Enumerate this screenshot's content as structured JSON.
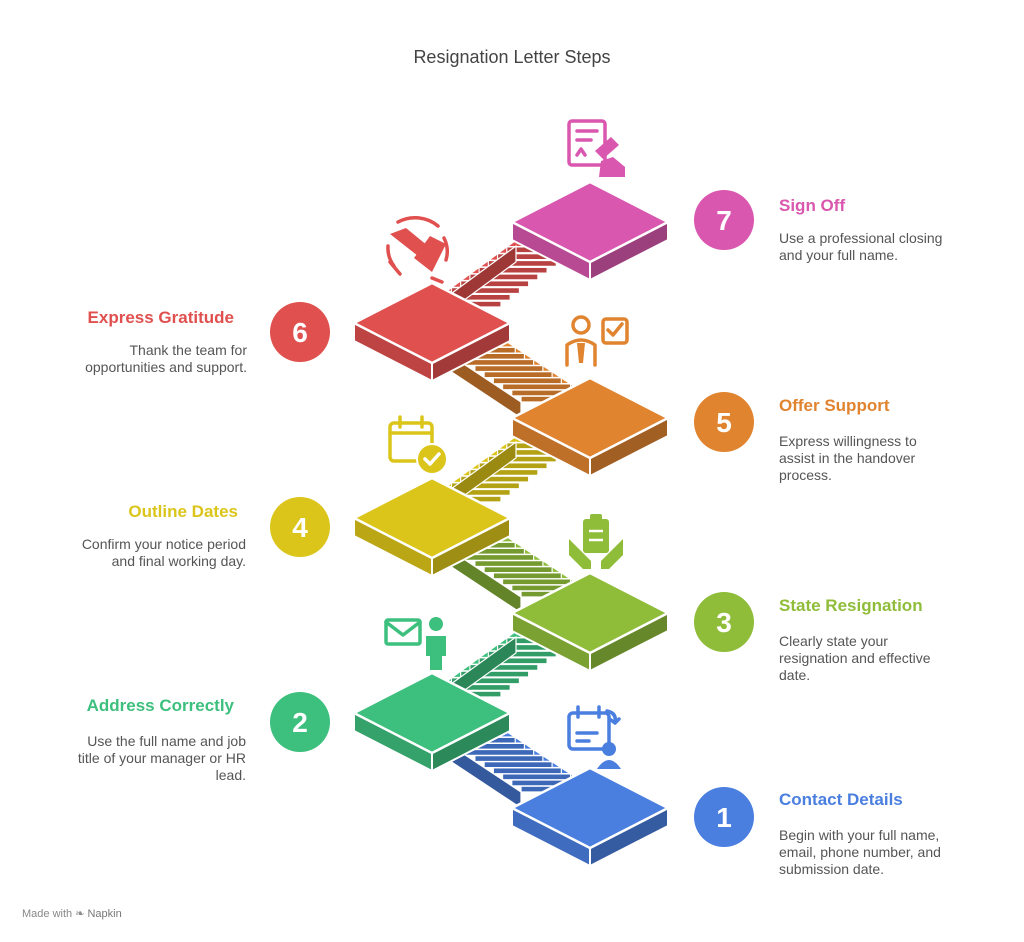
{
  "title": "Resignation Letter Steps",
  "steps": [
    {
      "number": "1",
      "title": "Contact Details",
      "description": "Begin with your full name, email, phone number, and submission date.",
      "color": "#4a7fe0",
      "icon": "calendar-user-icon"
    },
    {
      "number": "2",
      "title": "Address Correctly",
      "description": "Use the full name and job title of your manager or HR lead.",
      "color": "#3dbf7d",
      "icon": "mail-person-icon"
    },
    {
      "number": "3",
      "title": "State Resignation",
      "description": "Clearly state your resignation and effective date.",
      "color": "#8fbd3a",
      "icon": "clipboard-hands-icon"
    },
    {
      "number": "4",
      "title": "Outline Dates",
      "description": "Confirm your notice period and final working day.",
      "color": "#dcc51a",
      "icon": "calendar-check-icon"
    },
    {
      "number": "5",
      "title": "Offer Support",
      "description": "Express willingness to assist in the handover process.",
      "color": "#e08430",
      "icon": "person-checkbox-icon"
    },
    {
      "number": "6",
      "title": "Express Gratitude",
      "description": "Thank the team for opportunities and support.",
      "color": "#e0504f",
      "icon": "handshake-icon"
    },
    {
      "number": "7",
      "title": "Sign Off",
      "description": "Use a professional closing and your full name.",
      "color": "#d957ae",
      "icon": "signing-document-icon"
    }
  ],
  "footer": {
    "made_with": "Made with",
    "brand": "Napkin"
  }
}
